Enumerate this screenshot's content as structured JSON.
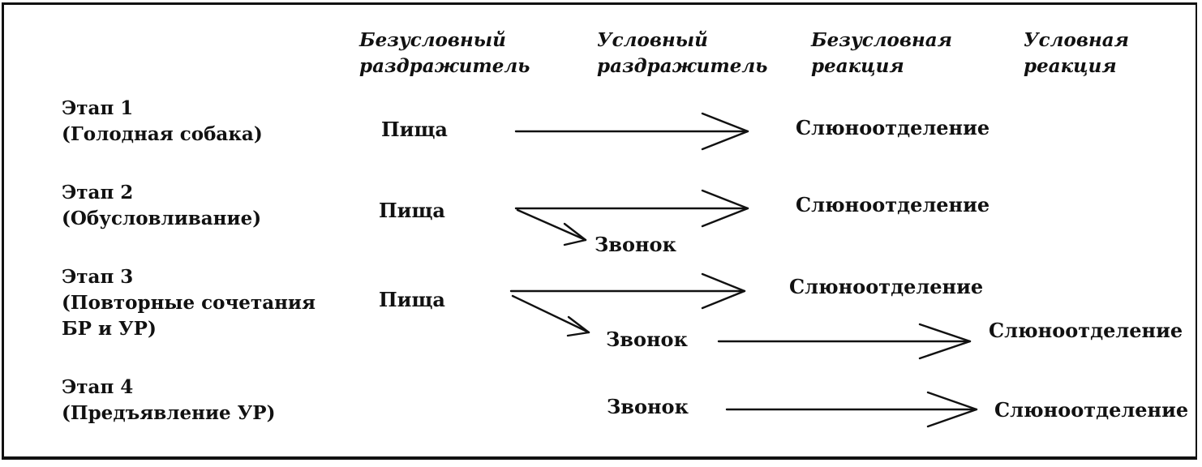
{
  "headers": {
    "unconditioned_stimulus": [
      "Безусловный",
      "раздражитель"
    ],
    "conditioned_stimulus": [
      "Условный",
      "раздражитель"
    ],
    "unconditioned_response": [
      "Безусловная",
      "реакция"
    ],
    "conditioned_response": [
      "Условная",
      "реакция"
    ]
  },
  "stages": [
    {
      "title": "Этап 1",
      "subtitle": [
        "(Голодная собака)"
      ],
      "unconditioned_stimulus": "Пища",
      "unconditioned_response": "Слюноотделение"
    },
    {
      "title": "Этап 2",
      "subtitle": [
        "(Обусловливание)"
      ],
      "unconditioned_stimulus": "Пища",
      "conditioned_stimulus": "Звонок",
      "unconditioned_response": "Слюноотделение"
    },
    {
      "title": "Этап 3",
      "subtitle": [
        "(Повторные сочетания",
        "БР и УР)"
      ],
      "unconditioned_stimulus": "Пища",
      "conditioned_stimulus": "Звонок",
      "unconditioned_response": "Слюноотделение",
      "conditioned_response": "Слюноотделение"
    },
    {
      "title": "Этап 4",
      "subtitle": [
        "(Предъявление УР)"
      ],
      "conditioned_stimulus": "Звонок",
      "conditioned_response": "Слюноотделение"
    }
  ]
}
